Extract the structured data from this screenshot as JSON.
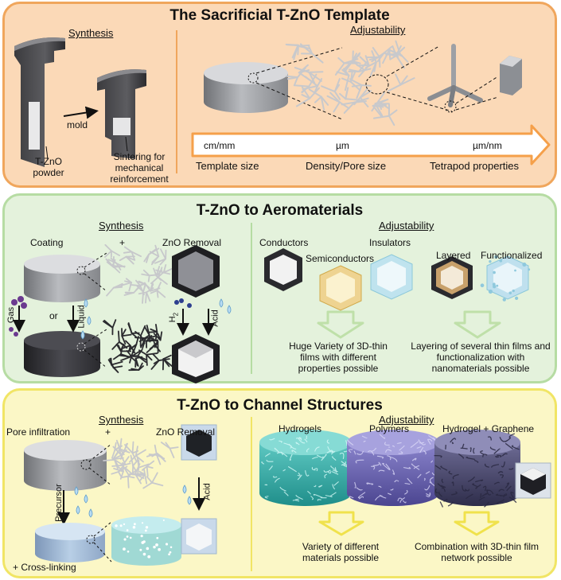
{
  "panel1": {
    "title": "The Sacrificial T-ZnO Template",
    "synthesis_heading": "Synthesis",
    "adjustability_heading": "Adjustability",
    "mold_label": "mold",
    "tzno_powder_label": "T-ZnO powder",
    "sintering_label": "Sintering for mechanical reinforcement",
    "scale_labels": [
      "cm/mm",
      "µm",
      "µm/nm"
    ],
    "property_labels": [
      "Template size",
      "Density/Pore size",
      "Tetrapod properties"
    ]
  },
  "panel2": {
    "title": "T-ZnO to Aeromaterials",
    "synthesis_heading": "Synthesis",
    "adjustability_heading": "Adjustability",
    "coating_label": "Coating",
    "plus_label": "+",
    "zno_removal_label": "ZnO Removal",
    "gas_label": "Gas",
    "or_label": "or",
    "liquid_label": "Liquid",
    "h2_label": "H",
    "h2_sub": "2",
    "acid_label": "Acid",
    "conductors_label": "Conductors",
    "semiconductors_label": "Semiconductors",
    "insulators_label": "Insulators",
    "layered_label": "Layered",
    "functionalized_label": "Functionalized",
    "caption_left": "Huge Variety of 3D-thin films with different properties possible",
    "caption_right": "Layering of several thin films and functionalization with nanomaterials possible"
  },
  "panel3": {
    "title": "T-ZnO to Channel Structures",
    "synthesis_heading": "Synthesis",
    "adjustability_heading": "Adjustability",
    "pore_infiltration_label": "Pore infiltration",
    "plus_label": "+",
    "zno_removal_label": "ZnO Removal",
    "precursor_label": "Precursor",
    "acid_label": "Acid",
    "crosslinking_label": "+ Cross-linking",
    "hydrogels_label": "Hydrogels",
    "polymers_label": "Polymers",
    "hydrogel_graphene_label": "Hydrogel + Graphene",
    "caption_left": "Variety of different materials possible",
    "caption_right": "Combination with 3D-thin film network possible"
  },
  "colors": {
    "panel1_fill": "#fbd9b7",
    "panel1_border": "#f0a65c",
    "panel2_fill": "#e4f2dc",
    "panel2_border": "#b6dca3",
    "panel3_fill": "#fbf7c6",
    "panel3_border": "#f1e565",
    "scale_arrow": "#f5a04a",
    "hydrogel": "#3fb6b0",
    "polymer": "#6c66b5"
  }
}
